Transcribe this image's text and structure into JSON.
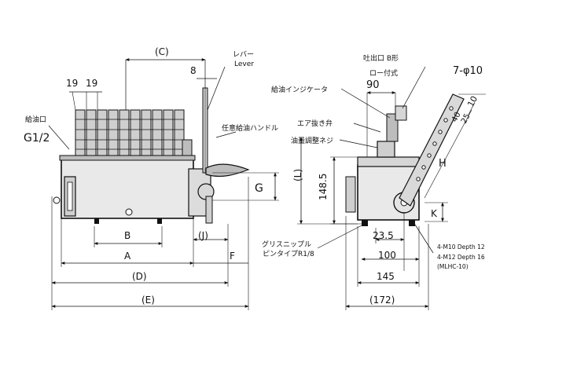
{
  "labels": {
    "lever_jp": "レバー",
    "lever_en": "Lever",
    "outlet_type": "吐出口 B形",
    "ring_type": "ロー付式",
    "inlet_jp": "給油口",
    "inlet_size": "G1/2",
    "indicator": "給油インジケータ",
    "air_vent": "エア抜き弁",
    "manual_handle": "任意給油ハンドル",
    "adjust_screw": "油量調整ネジ",
    "grease_nipple_1": "グリスニップル",
    "grease_nipple_2": "ピンタイプR1/8",
    "bolt_1": "4-M10 Depth 12",
    "bolt_2": "4-M12 Depth 16",
    "bolt_3": "(MLHC-10)",
    "holes": "7-φ10"
  },
  "dims": {
    "C": "(C)",
    "eight": "8",
    "pitch_a": "19",
    "pitch_b": "19",
    "B": "B",
    "A": "A",
    "D": "(D)",
    "E": "(E)",
    "J": "(J)",
    "F": "F",
    "G": "G",
    "L": "(L)",
    "h148": "148.5",
    "w90": "90",
    "w23": "23.5",
    "w100": "100",
    "w145": "145",
    "w172": "(172)",
    "H": "H",
    "K": "K",
    "ten": "10",
    "h40": "40",
    "h25": "25"
  }
}
